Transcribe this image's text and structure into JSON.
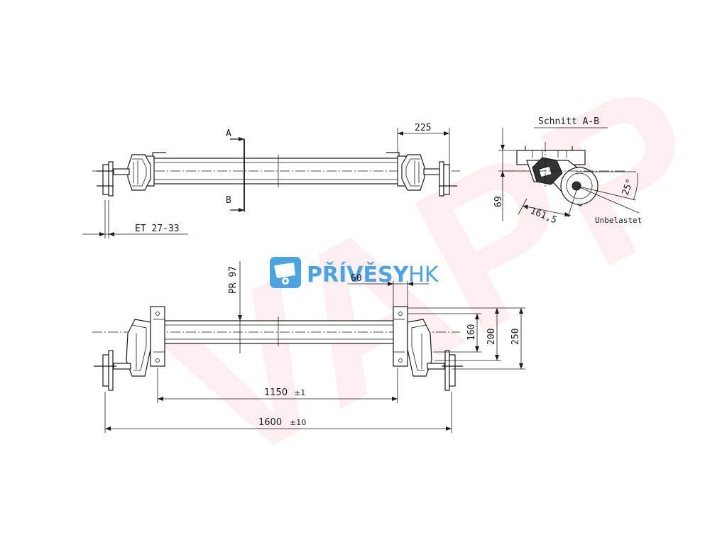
{
  "watermark": {
    "text": "VAPP",
    "color": "#eb4650"
  },
  "logo": {
    "brand_bold": "PŘÍVĚSY",
    "brand_light": "HK",
    "color": "#4aa3e3",
    "icon": "trailer-icon"
  },
  "top_view": {
    "section_a": "A",
    "section_b": "B",
    "dim_flange": "225",
    "dim_et": "ET 27-33"
  },
  "section_view": {
    "title": "Schnitt A-B",
    "dim_height": "69",
    "dim_arm": "161,5",
    "dim_angle": "25°",
    "label_unloaded": "Unbelastet"
  },
  "bottom_view": {
    "dim_profile": "PR 97",
    "dim_bracket": "60",
    "dim_160": "160",
    "dim_200": "200",
    "dim_250": "250",
    "dim_inner": "1150",
    "tol_inner": "±1",
    "dim_outer": "1600",
    "tol_outer": "±10"
  }
}
